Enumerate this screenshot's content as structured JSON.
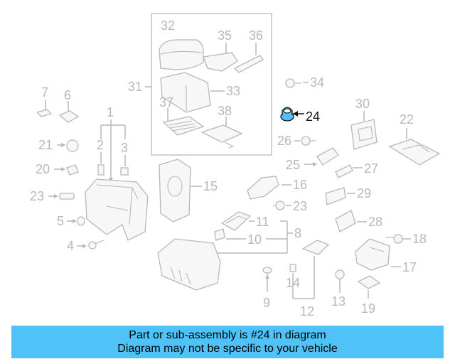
{
  "highlight": {
    "color": "#4fc3f7",
    "part": "24"
  },
  "labels": {
    "l1": "1",
    "l2": "2",
    "l3": "3",
    "l4": "4",
    "l5": "5",
    "l6": "6",
    "l7": "7",
    "l8": "8",
    "l9": "9",
    "l10": "10",
    "l11": "11",
    "l12": "12",
    "l13": "13",
    "l14": "14",
    "l15": "15",
    "l16": "16",
    "l17": "17",
    "l18": "18",
    "l19": "19",
    "l20": "20",
    "l21": "21",
    "l22": "22",
    "l23a": "23",
    "l23b": "23",
    "l24": "24",
    "l25": "25",
    "l26": "26",
    "l27": "27",
    "l28": "28",
    "l29": "29",
    "l30": "30",
    "l31": "31",
    "l32": "32",
    "l33": "33",
    "l34": "34",
    "l35": "35",
    "l36": "36",
    "l37": "37",
    "l38": "38"
  },
  "banner": {
    "line1": "Part or sub-assembly is #24 in diagram",
    "line2": "Diagram may not be specific to your vehicle"
  }
}
